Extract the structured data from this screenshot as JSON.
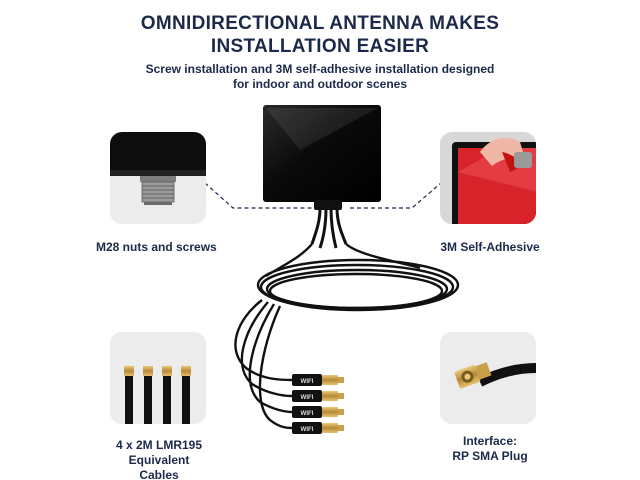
{
  "header": {
    "title_line1": "OMNIDIRECTIONAL ANTENNA MAKES",
    "title_line2": "INSTALLATION EASIER",
    "subtitle_line1": "Screw installation and 3M self-adhesive installation designed",
    "subtitle_line2": "for indoor and outdoor scenes"
  },
  "features": {
    "nuts": {
      "label": "M28 nuts and screws"
    },
    "adhesive": {
      "label": "3M Self-Adhesive"
    },
    "cables": {
      "label_line1": "4 x 2M LMR195 Equivalent",
      "label_line2": "Cables"
    },
    "interface": {
      "label_line1": "Interface:",
      "label_line2": "RP SMA Plug"
    }
  },
  "cable_tag": "WIFI",
  "colors": {
    "heading": "#1b2a4a",
    "card_bg": "#ececec",
    "antenna_body": "#0b0b0b",
    "cable": "#111111",
    "gold": "#c9a04a",
    "adhesive_red": "#d8232a"
  },
  "icons": [
    "antenna-icon",
    "m28-screw-icon",
    "adhesive-tape-icon",
    "sma-cable-icon",
    "rp-sma-plug-icon"
  ]
}
